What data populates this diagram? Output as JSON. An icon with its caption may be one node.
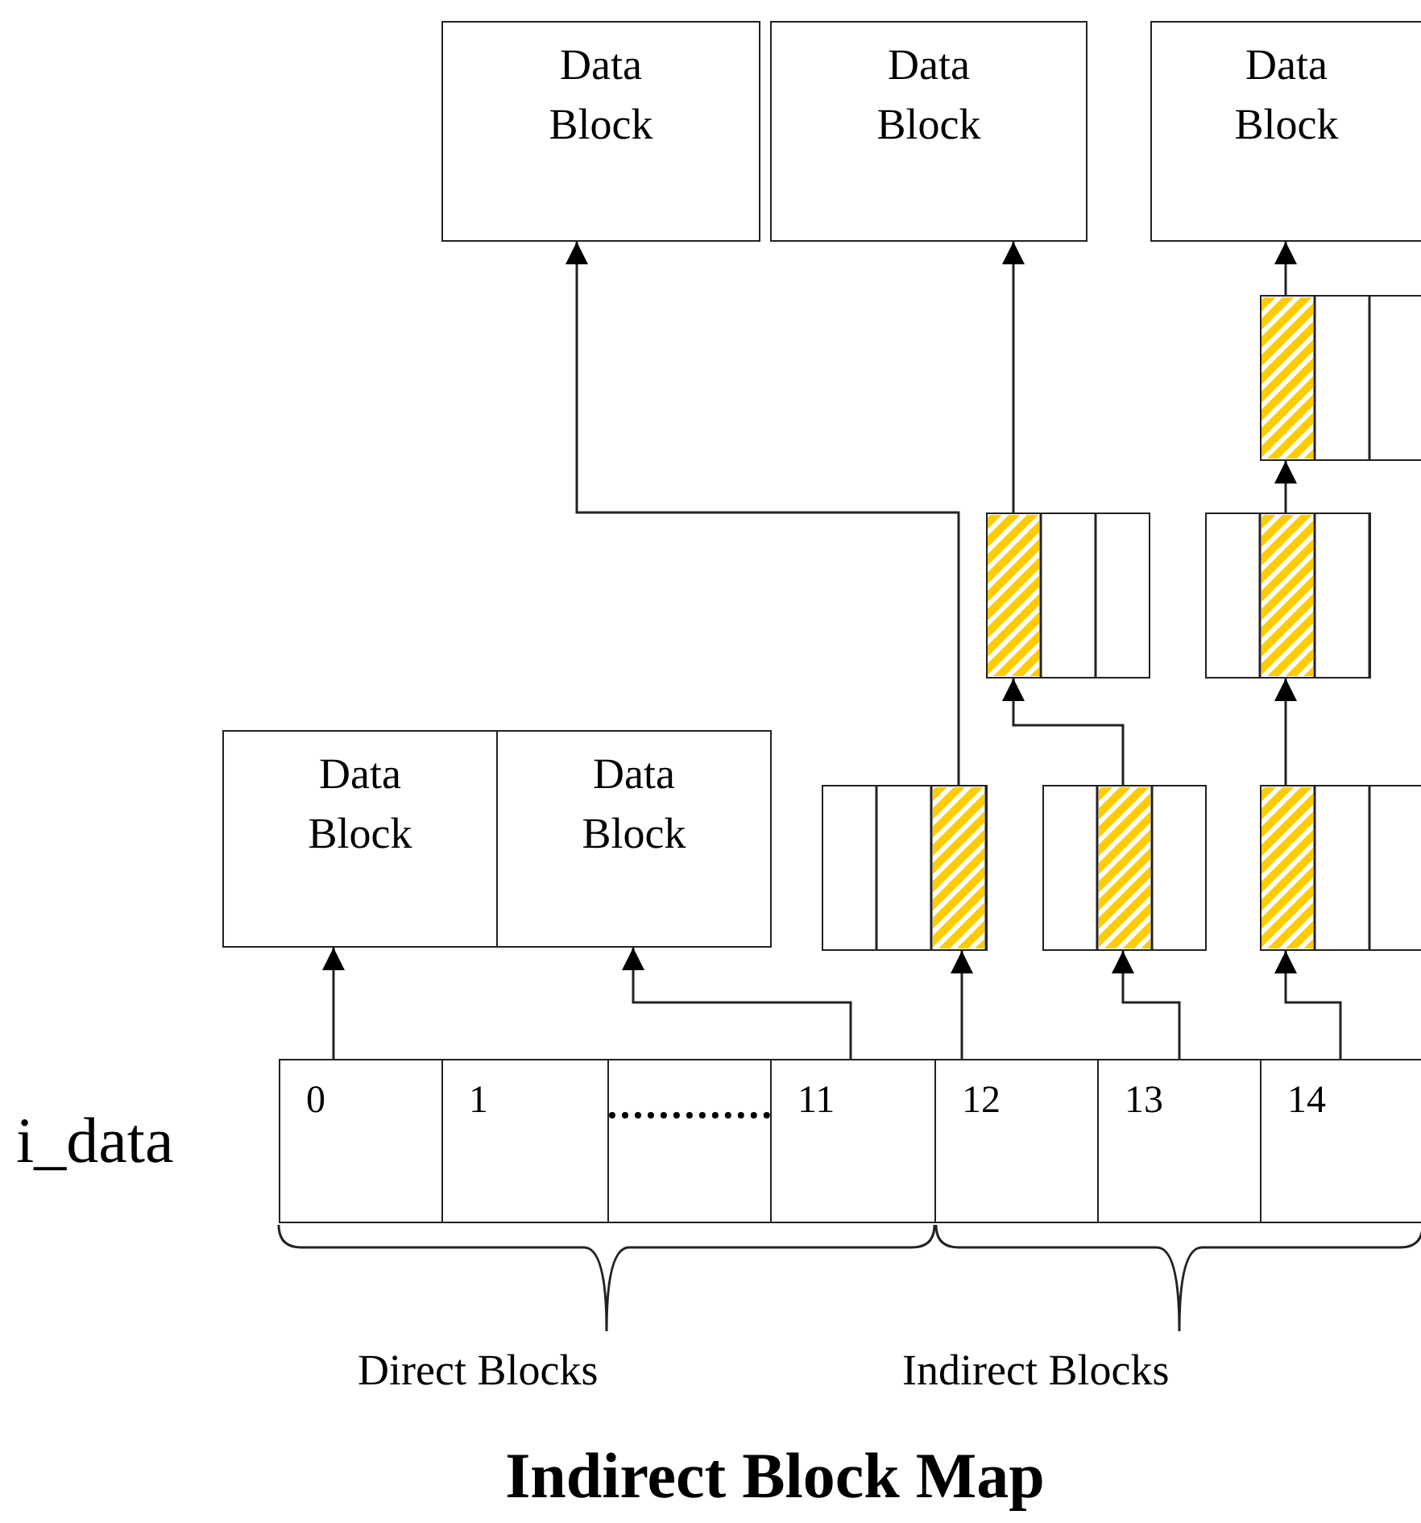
{
  "diagram": {
    "title": "Indirect Block Map",
    "nodes": [
      {
        "text": [
          "Data Block"
        ]
      },
      {
        "text": [
          "Data Block"
        ]
      },
      {
        "text": [
          "Data Block"
        ]
      },
      {
        "text": [],
        "shape": "box"
      },
      {
        "text": [],
        "shape": "box"
      },
      {
        "text": [],
        "shape": "box"
      },
      {
        "text": [
          "Data Block"
        ]
      },
      {
        "text": [
          "Data Block"
        ]
      },
      {
        "text": [],
        "shape": "box"
      },
      {
        "text": [],
        "shape": "box"
      },
      {
        "text": [],
        "shape": "box"
      },
      {
        "text": [
          "0"
        ]
      },
      {
        "text": [
          "1"
        ]
      },
      {
        "text": [],
        "shape": "box"
      },
      {
        "text": [
          "11"
        ]
      },
      {
        "text": [
          "12"
        ]
      },
      {
        "text": [
          "13"
        ]
      },
      {
        "text": [
          "14"
        ]
      }
    ],
    "edges": [
      {
        "from": 11,
        "to": 6,
        "arrow": "to"
      },
      {
        "from": 14,
        "to": 7,
        "arrow": "to"
      },
      {
        "from": 15,
        "to": 8,
        "arrow": "to"
      },
      {
        "from": 16,
        "to": 9,
        "arrow": "to"
      },
      {
        "from": 17,
        "to": 10,
        "arrow": "to"
      },
      {
        "from": 8,
        "to": 0,
        "arrow": "to"
      },
      {
        "from": 9,
        "to": 4,
        "arrow": "to"
      },
      {
        "from": 10,
        "to": 5,
        "arrow": "to"
      },
      {
        "from": 5,
        "to": 3,
        "arrow": "to"
      },
      {
        "from": 4,
        "to": 1,
        "arrow": "to"
      },
      {
        "from": 3,
        "to": 2,
        "arrow": "to"
      }
    ],
    "labels": [
      "i_data",
      "Direct Blocks",
      "Indirect Blocks"
    ]
  }
}
